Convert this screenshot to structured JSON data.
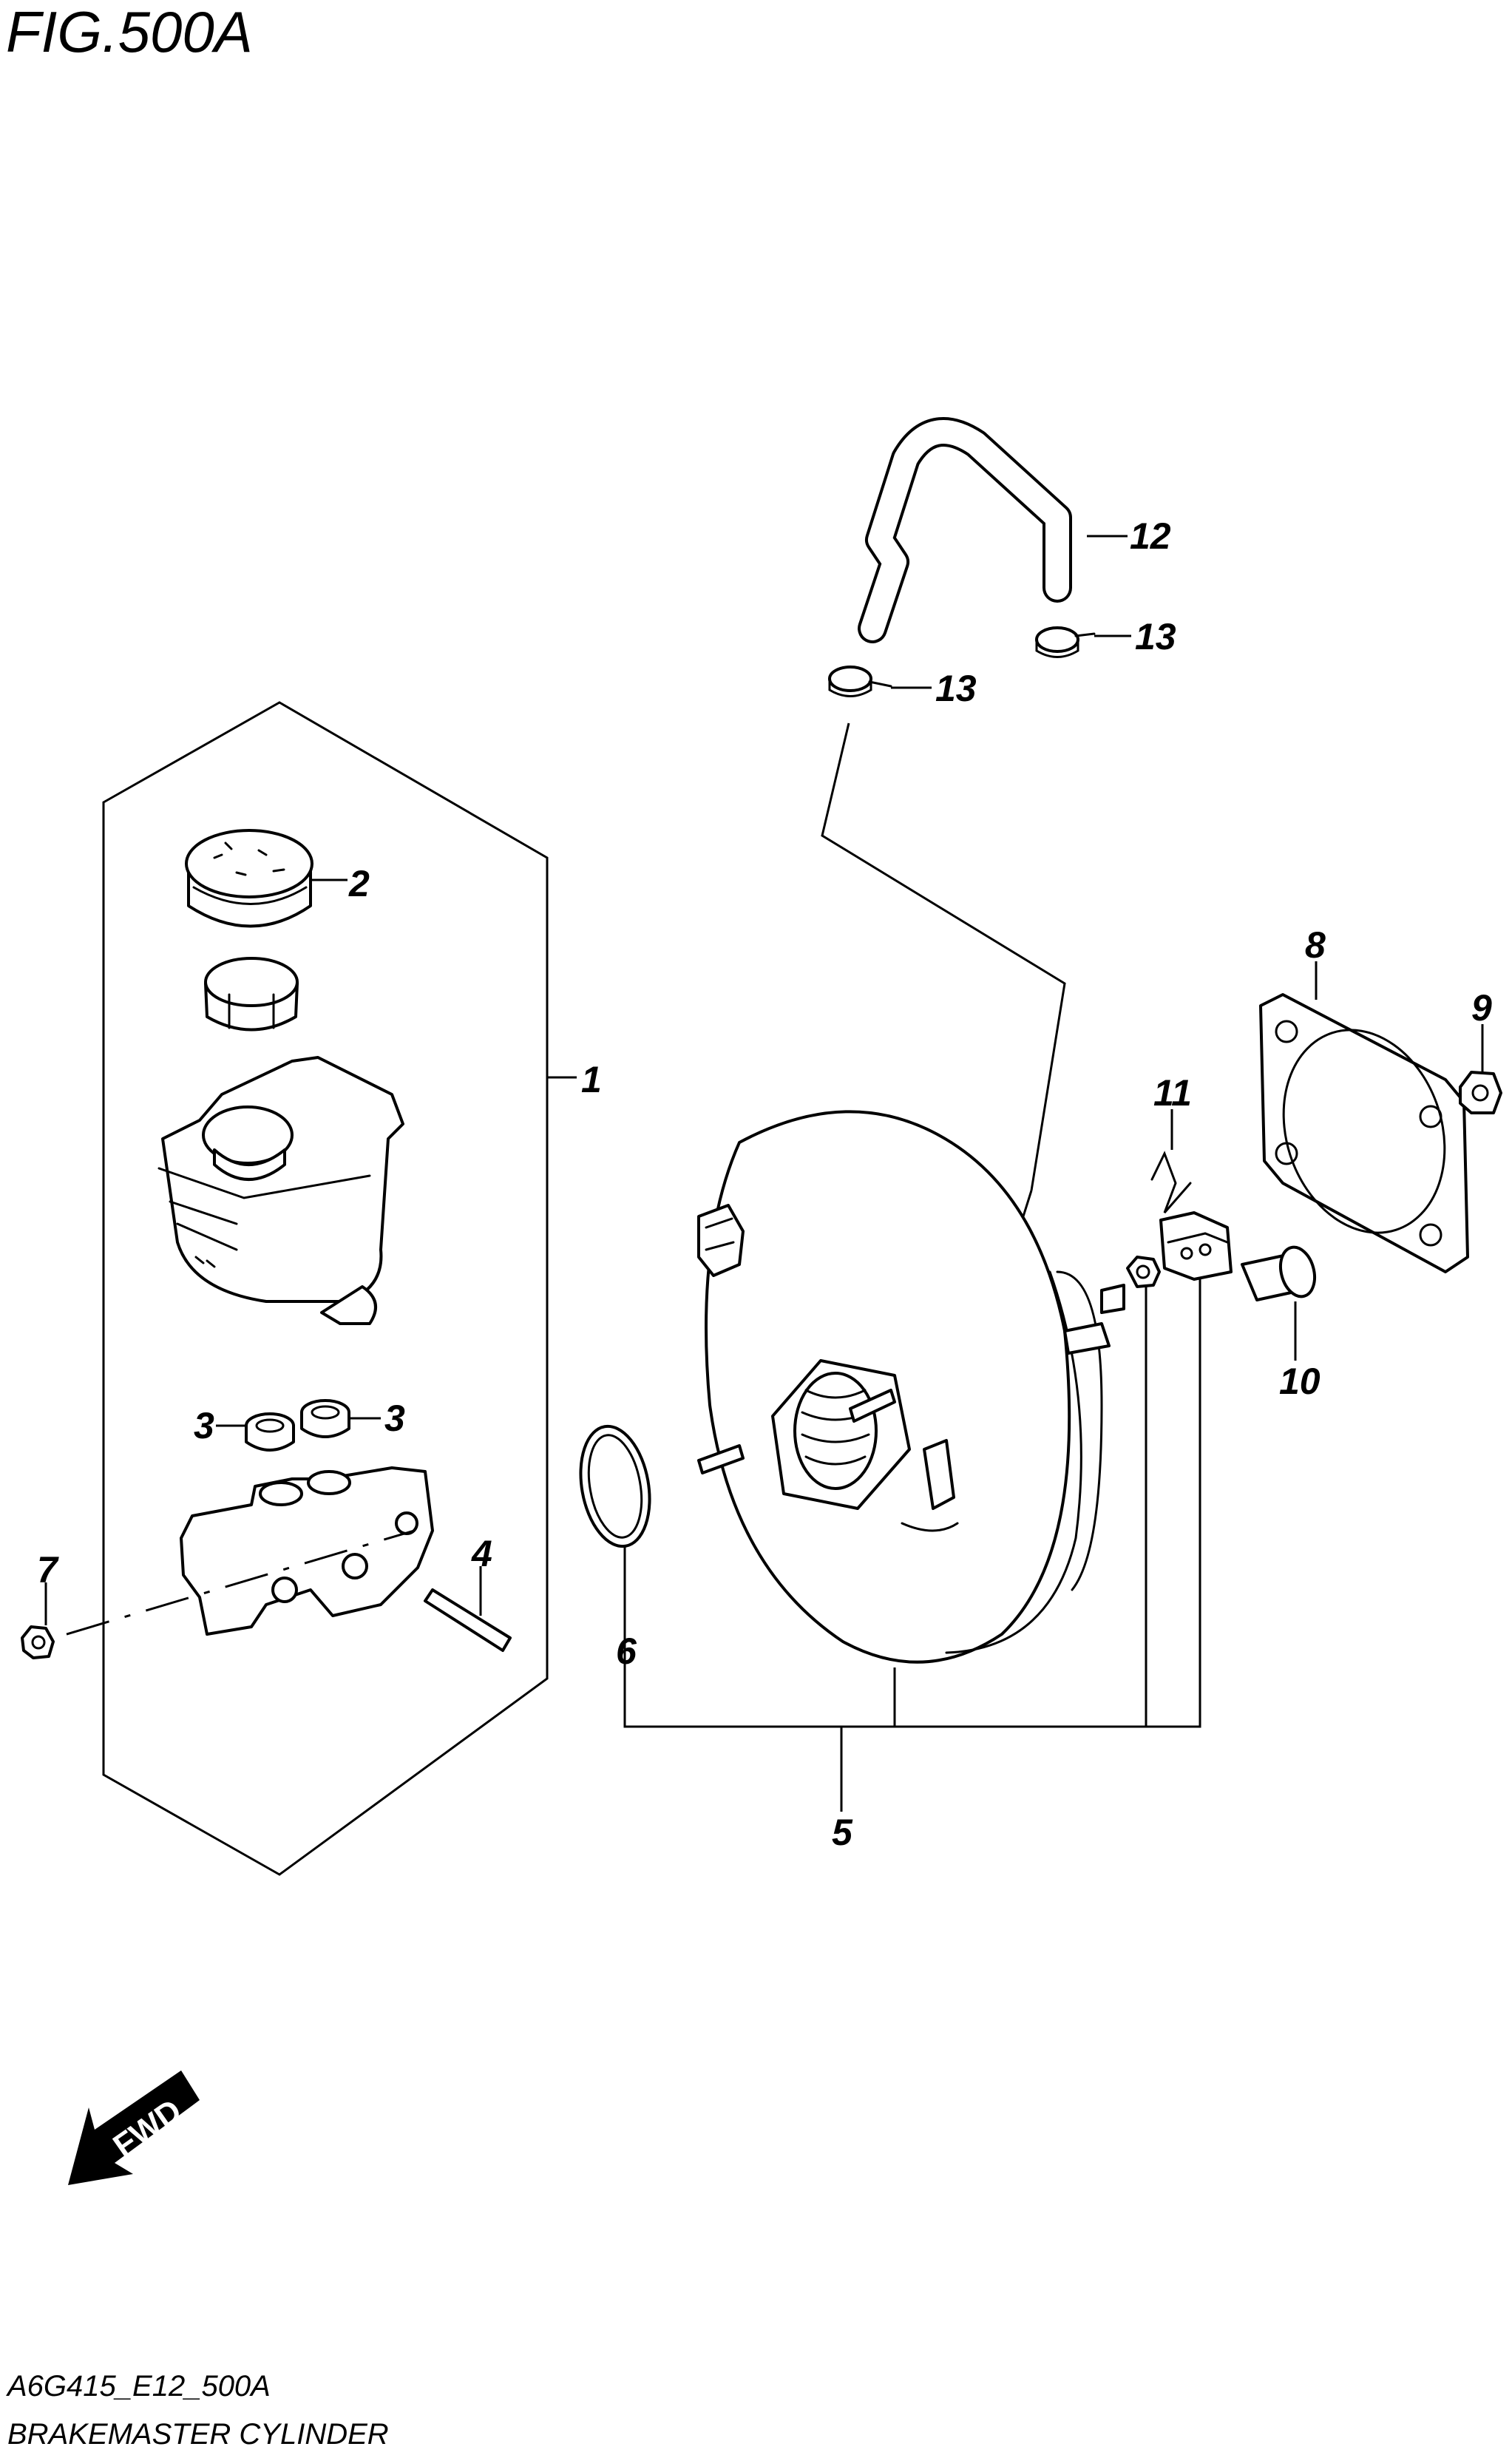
{
  "figure_title": "FIG.500A",
  "footer": {
    "code": "A6G415_E12_500A",
    "caption": "BRAKEMASTER CYLINDER"
  },
  "fwd_label": "FWD",
  "callouts": {
    "c1": "1",
    "c2": "2",
    "c3a": "3",
    "c3b": "3",
    "c4": "4",
    "c5": "5",
    "c6": "6",
    "c7": "7",
    "c8": "8",
    "c9": "9",
    "c10": "10",
    "c11": "11",
    "c12": "12",
    "c13a": "13",
    "c13b": "13"
  }
}
